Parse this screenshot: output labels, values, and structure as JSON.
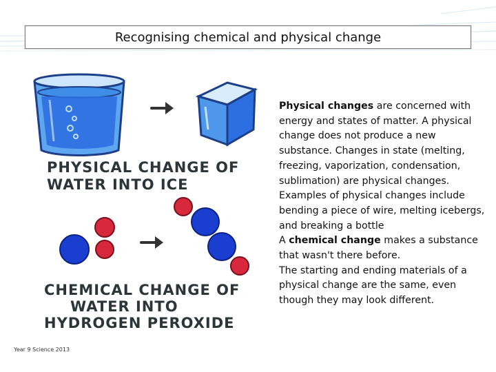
{
  "slide": {
    "title": "Recognising chemical and physical change",
    "footer": "Year 9 Science 2013"
  },
  "illustration": {
    "physical_label_line1": "PHYSICAL CHANGE OF",
    "physical_label_line2": "WATER INTO ICE",
    "chemical_label_line1": "CHEMICAL CHANGE OF",
    "chemical_label_line2": "WATER INTO",
    "chemical_label_line3": "HYDROGEN PEROXIDE"
  },
  "body": {
    "p1_bold": "Physical changes",
    "p1_rest": " are concerned with energy and states of matter. A physical change does not produce a new substance. Changes in state (melting, freezing, vaporization, condensation, sublimation) are physical changes. Examples of physical changes include bending a piece of wire, melting icebergs, and breaking a bottle",
    "p2_prefix": "A ",
    "p2_bold": "chemical change",
    "p2_rest": " makes a substance that wasn't there before.",
    "p3": "The starting and ending materials of a physical change are the same, even though they may look different."
  },
  "colors": {
    "water_blue": "#2d6fe0",
    "hydrogen_red": "#d8283c",
    "oxygen_blue": "#1a3fd0",
    "label_ink": "#2e3538"
  }
}
